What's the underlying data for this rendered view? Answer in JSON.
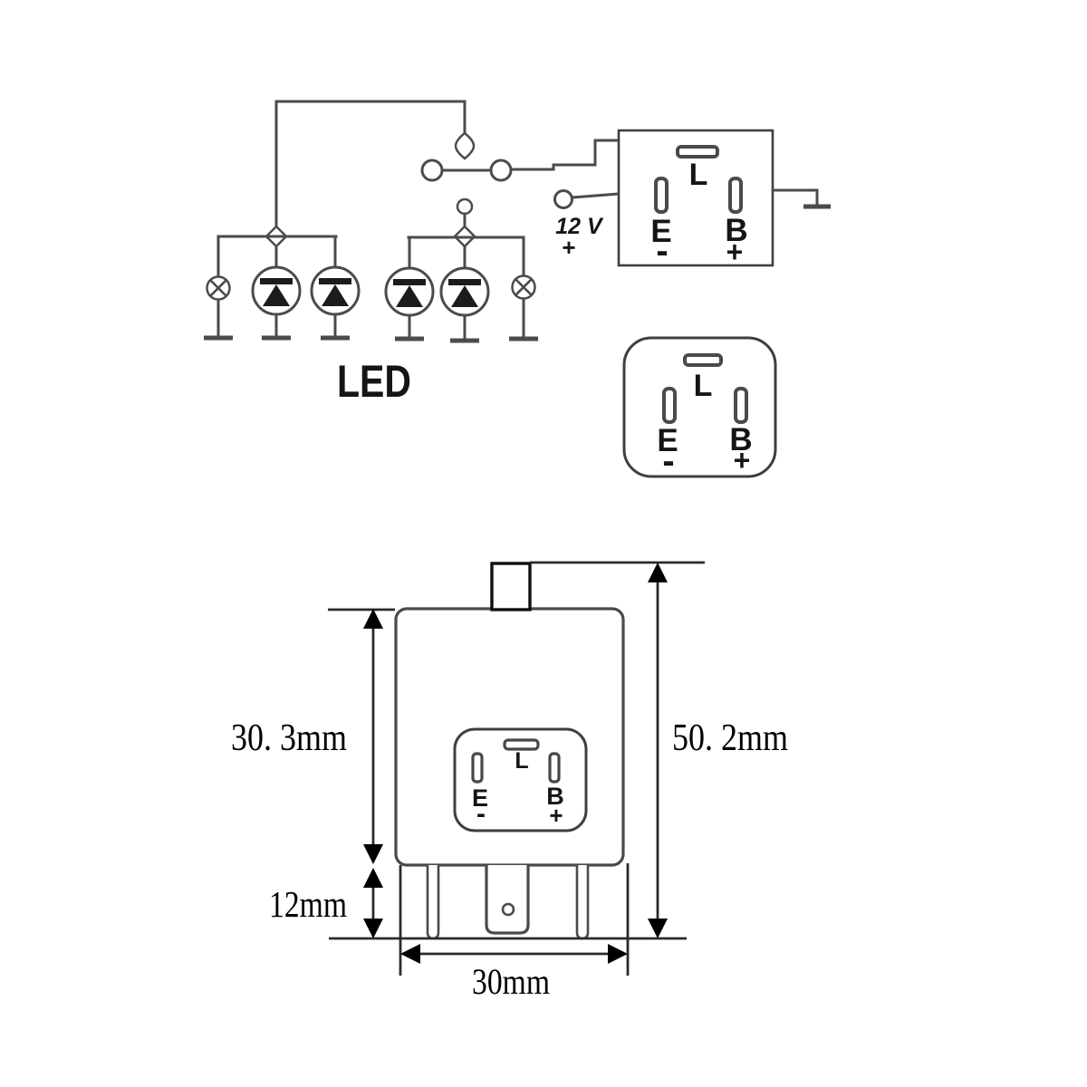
{
  "colors": {
    "background": "#ffffff",
    "wire": "#4b4b4b",
    "outline": "#3f3f3f",
    "text": "#151515",
    "dimension": "#000000"
  },
  "circuit": {
    "led_label": "LED",
    "supply": {
      "voltage": "12 V",
      "polarity": "+"
    },
    "relay_pinout": {
      "pin_l": "L",
      "pin_e": "E",
      "pin_e_sign": "-",
      "pin_b": "B",
      "pin_b_sign": "+"
    }
  },
  "connector_pinout": {
    "pin_l": "L",
    "pin_e": "E",
    "pin_e_sign": "-",
    "pin_b": "B",
    "pin_b_sign": "+"
  },
  "dimension_drawing": {
    "pinout": {
      "pin_l": "L",
      "pin_e": "E",
      "pin_e_sign": "-",
      "pin_b": "B",
      "pin_b_sign": "+"
    },
    "labels": {
      "body_height": "30. 3mm",
      "total_height": "50. 2mm",
      "pin_length": "12mm",
      "body_width": "30mm"
    }
  }
}
